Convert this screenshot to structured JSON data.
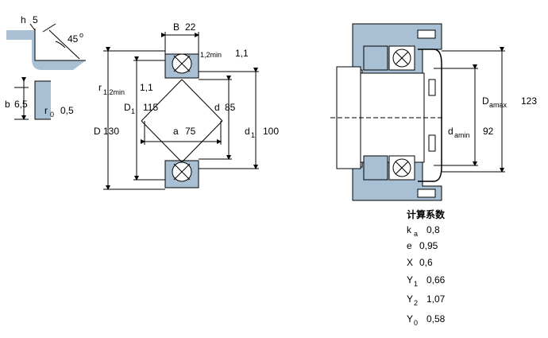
{
  "groove_detail": {
    "h": {
      "symbol": "h",
      "value": "5"
    },
    "angle": {
      "value": "45",
      "unit": "o"
    },
    "b": {
      "symbol": "b",
      "value": "6,5"
    },
    "r0": {
      "symbol": "r",
      "sub": "0",
      "value": "0,5"
    }
  },
  "bearing_section": {
    "B": {
      "symbol": "B",
      "value": "22"
    },
    "r_top": {
      "symbol": "1,2min",
      "value": "1,1"
    },
    "r_left": {
      "symbol": "r",
      "sub": "1,2min",
      "value": "1,1"
    },
    "D1": {
      "symbol": "D",
      "sub": "1",
      "value": "115"
    },
    "d": {
      "symbol": "d",
      "value": "85"
    },
    "D": {
      "symbol": "D",
      "value": "130"
    },
    "a": {
      "symbol": "a",
      "value": "75"
    },
    "d1": {
      "symbol": "d",
      "sub": "1",
      "value": "100"
    }
  },
  "mounting": {
    "Da": {
      "symbol": "D",
      "sub": "amax",
      "value": "123"
    },
    "da": {
      "symbol": "d",
      "sub": "amin",
      "value": "92"
    }
  },
  "factors": {
    "title": "计算系数",
    "items": [
      {
        "symbol": "k",
        "sub": "a",
        "value": "0,8"
      },
      {
        "symbol": "e",
        "sub": "",
        "value": "0,95"
      },
      {
        "symbol": "X",
        "sub": "",
        "value": "0,6"
      },
      {
        "symbol": "Y",
        "sub": "1",
        "value": "0,66"
      },
      {
        "symbol": "Y",
        "sub": "2",
        "value": "1,07"
      },
      {
        "symbol": "Y",
        "sub": "0",
        "value": "0,58"
      }
    ]
  },
  "colors": {
    "housing": "#a9bfd3",
    "line": "#000000",
    "background": "#ffffff"
  }
}
